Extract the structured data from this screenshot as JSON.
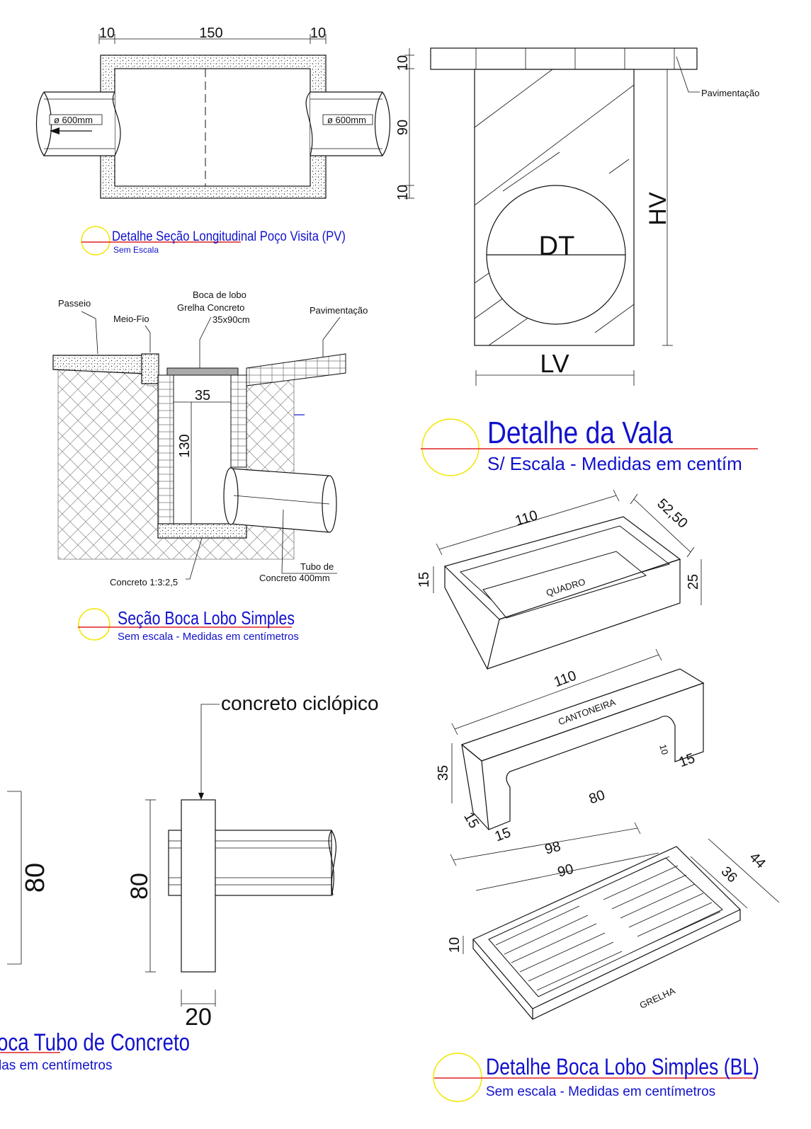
{
  "colors": {
    "title": "#1111cc",
    "underline_red": "#e02020",
    "circle_yellow": "#f2e600",
    "line": "#111111"
  },
  "pv": {
    "dims": {
      "left": "10",
      "middle": "150",
      "right": "10"
    },
    "pipe_left": "ø 600mm",
    "pipe_right": "ø 600mm",
    "title": "Detalhe Seção Longitudinal Poço Visita (PV)",
    "subtitle": "Sem  Escala"
  },
  "vala": {
    "dims": {
      "top": "10",
      "middle": "90",
      "bottom": "10"
    },
    "pavement": "Pavimentação",
    "dt": "DT",
    "hv": "HV",
    "lv": "LV",
    "title": "Detalhe  da Vala",
    "subtitle": "S/ Escala - Medidas em centím"
  },
  "bl_section": {
    "passeio": "Passeio",
    "meio_fio": "Meio-Fio",
    "boca_lobo": [
      "Boca de lobo",
      "Grelha Concreto",
      "35x90cm"
    ],
    "pavement": "Pavimentação",
    "dim_width": "35",
    "dim_height": "130",
    "concrete": "Concreto 1:3:2,5",
    "tube": [
      "Tubo de",
      "Concreto 400mm"
    ],
    "title": "Seção Boca Lobo Simples",
    "subtitle": "Sem escala - Medidas em centímetros"
  },
  "tube_mouth": {
    "callout": "concreto ciclópico",
    "dim_left": "80",
    "dim_height": "80",
    "dim_width": "20",
    "title": "oca Tubo de Concreto",
    "subtitle": "las em centímetros"
  },
  "bl_pieces": {
    "quadro": {
      "label": "QUADRO",
      "length": "110",
      "depth": "52,50",
      "h_left": "15",
      "h_right": "25"
    },
    "cantoneira": {
      "label": "CANTONEIRA",
      "length": "110",
      "height": "35",
      "inner": "80",
      "leg": "15",
      "leg2": "15",
      "end": "15",
      "small": "10"
    },
    "grelha": {
      "label": "GRELHA",
      "outer_length": "98",
      "inner_length": "90",
      "outer_width": "44",
      "inner_width": "36",
      "height": "10"
    },
    "title": "Detalhe Boca Lobo Simples (BL)",
    "subtitle": "Sem escala - Medidas em centímetros"
  }
}
